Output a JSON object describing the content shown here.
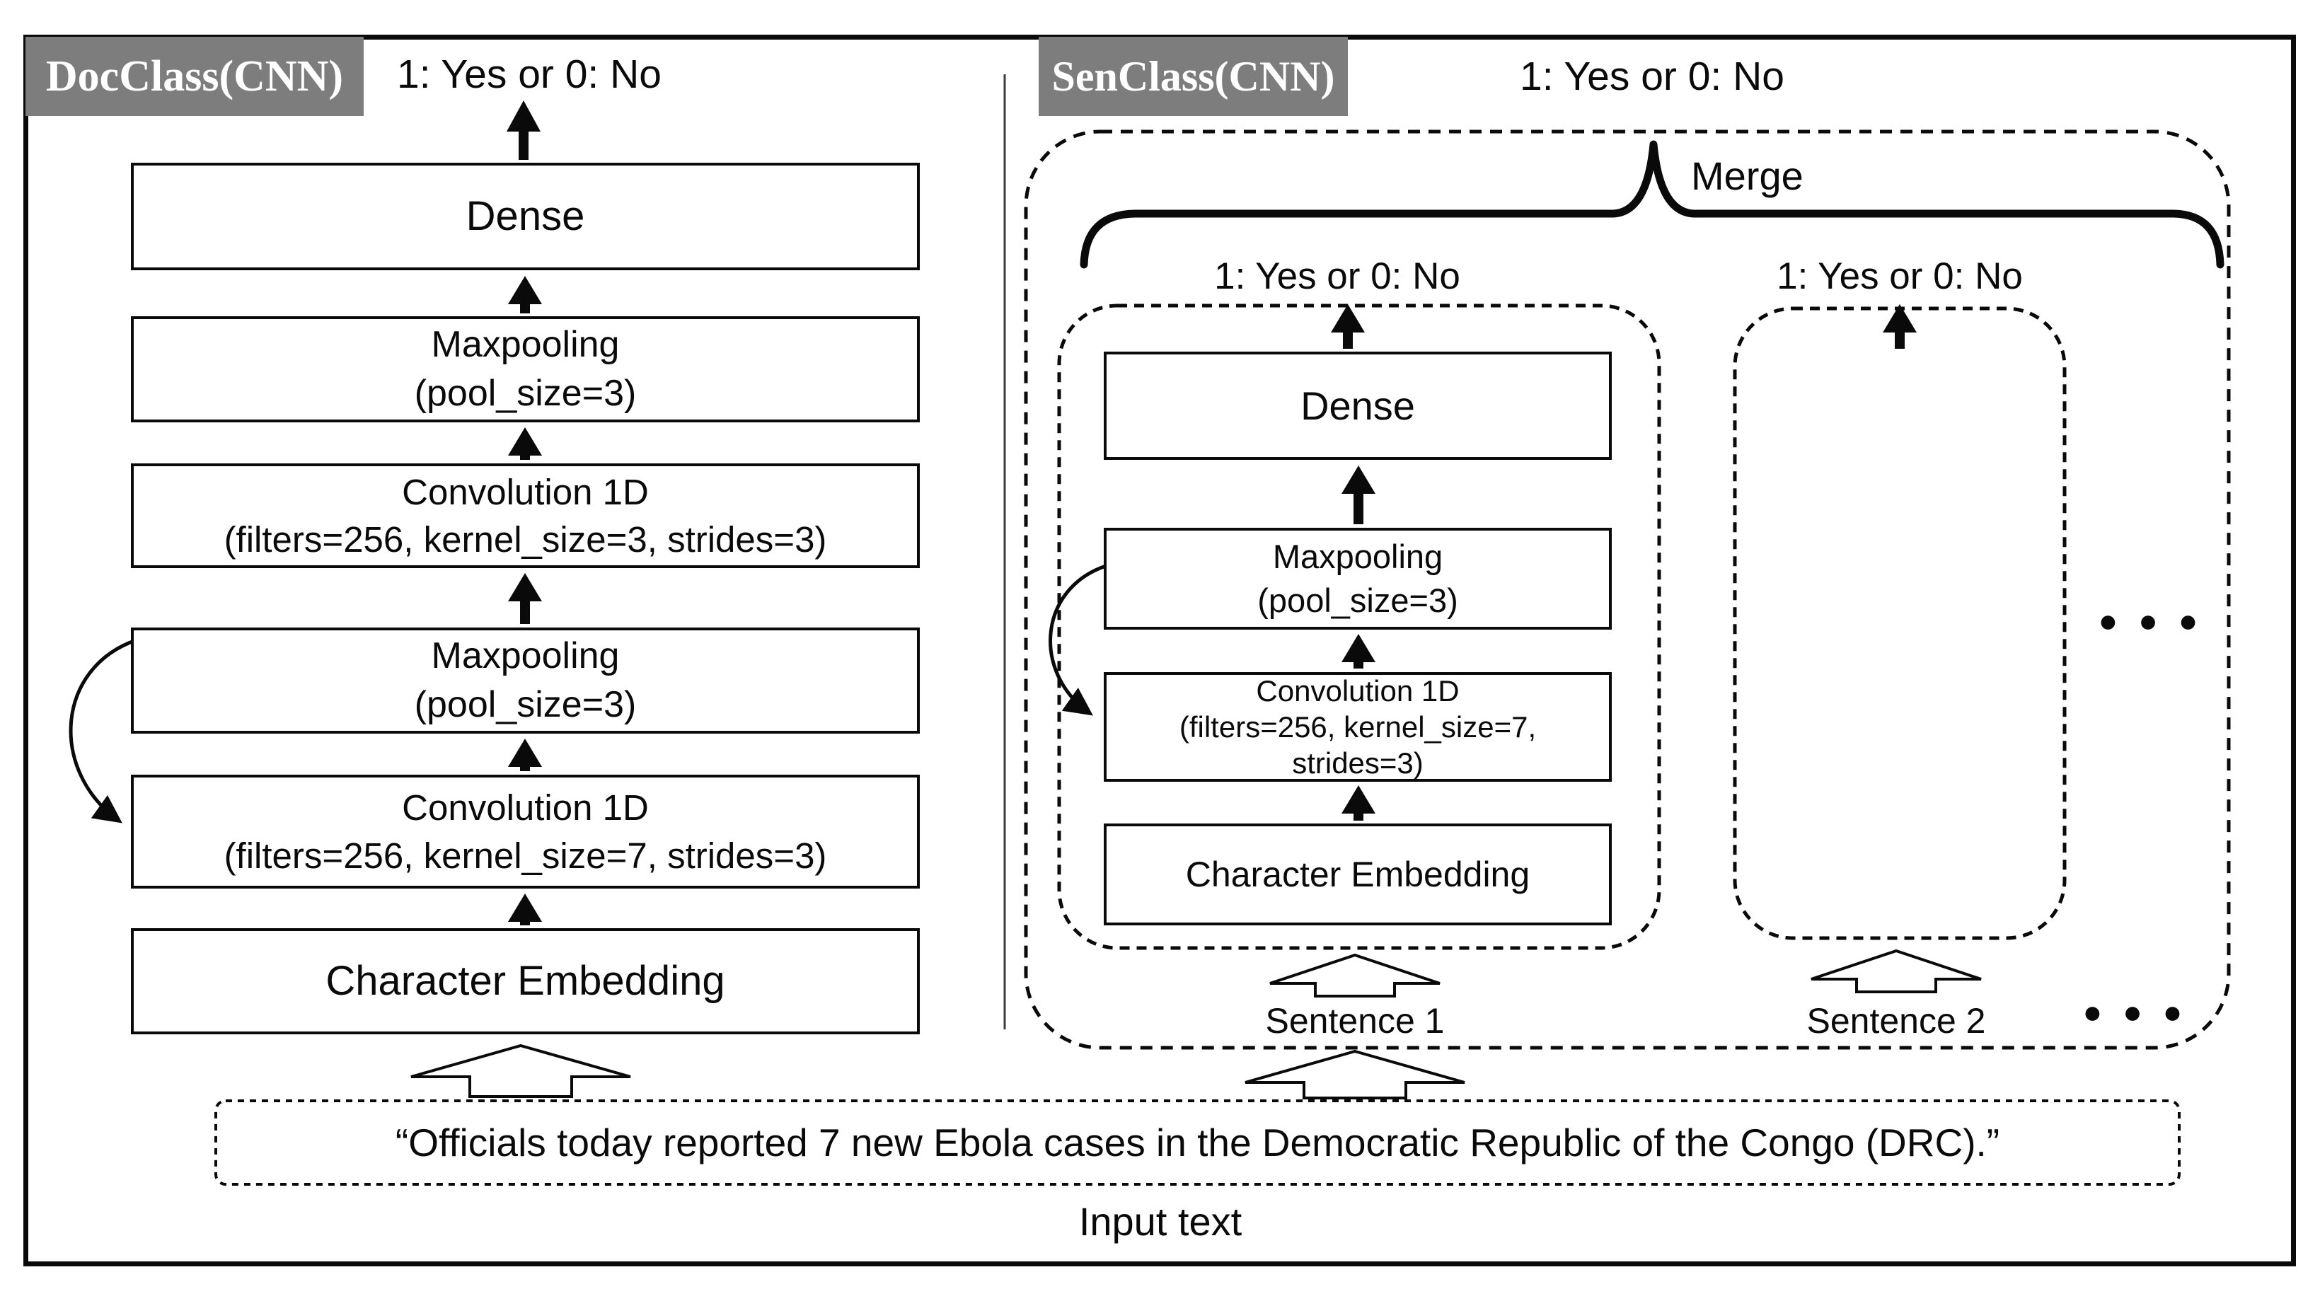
{
  "left_panel": {
    "tag": "DocClass(CNN)",
    "output_label": "1: Yes or 0: No",
    "layers": [
      {
        "lines": [
          "Dense"
        ]
      },
      {
        "lines": [
          "Maxpooling",
          "(pool_size=3)"
        ]
      },
      {
        "lines": [
          "Convolution 1D",
          "(filters=256, kernel_size=3, strides=3)"
        ]
      },
      {
        "lines": [
          "Maxpooling",
          "(pool_size=3)"
        ]
      },
      {
        "lines": [
          "Convolution 1D",
          "(filters=256, kernel_size=7, strides=3)"
        ]
      },
      {
        "lines": [
          "Character Embedding"
        ]
      }
    ]
  },
  "right_panel": {
    "tag": "SenClass(CNN)",
    "output_label": "1: Yes or 0: No",
    "merge_label": "Merge",
    "ellipsis": "● ● ●",
    "branch1": {
      "output_label": "1: Yes or 0: No",
      "layers": [
        {
          "lines": [
            "Dense"
          ]
        },
        {
          "lines": [
            "Maxpooling",
            "(pool_size=3)"
          ]
        },
        {
          "lines": [
            "Convolution 1D",
            "(filters=256, kernel_size=7,",
            "strides=3)"
          ]
        },
        {
          "lines": [
            "Character Embedding"
          ]
        }
      ],
      "input_label": "Sentence 1"
    },
    "branch2": {
      "output_label": "1: Yes or 0: No",
      "input_label": "Sentence 2"
    }
  },
  "input": {
    "quote": "“Officials today reported 7 new Ebola cases in the Democratic Republic of the Congo (DRC).”",
    "caption": "Input text"
  },
  "colors": {
    "tag_background": "#7d7d7d",
    "tag_text": "#ffffff",
    "line": "#0a0a0a"
  }
}
